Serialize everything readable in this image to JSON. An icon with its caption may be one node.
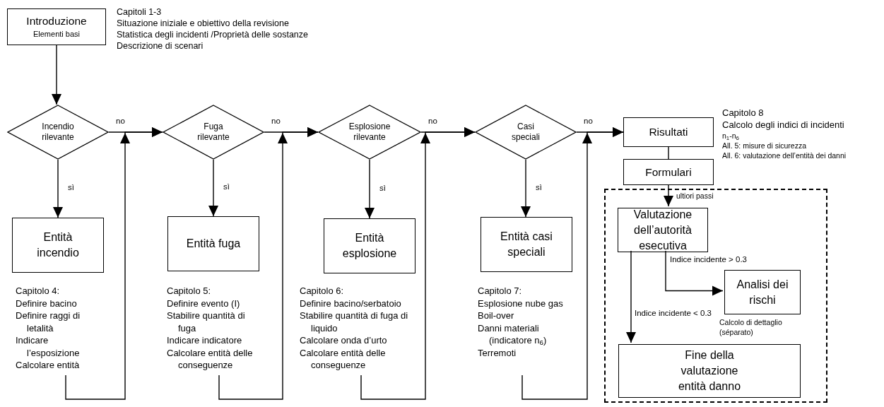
{
  "diagram": {
    "nodes": [
      {
        "text": [
          "Introduzione",
          "Elementi basi"
        ],
        "beside": [
          "Capitoli 1-3",
          "Situazione iniziale e obiettivo della revisione",
          "Statistica degli incidenti /Proprietà delle sostanze",
          "Descrizione di scenari"
        ]
      },
      {
        "text": [
          "Incendio rilevante"
        ]
      },
      {
        "text": [
          "Entità incendio"
        ]
      },
      {
        "text": [
          "Capitolo 4:",
          "Definire bacino",
          "Definire raggi di letalità",
          "Indicare l’esposizione",
          "Calcolare entità"
        ]
      },
      {
        "text": [
          "Fuga rilevante"
        ]
      },
      {
        "text": [
          "Entità fuga"
        ]
      },
      {
        "text": [
          "Capitolo 5:",
          "Definire evento (I)",
          "Stabilire quantità di fuga",
          "Indicare indicatore",
          "Calcolare entità delle conseguenze"
        ]
      },
      {
        "text": [
          "Esplosione rilevante"
        ]
      },
      {
        "text": [
          "Entità esplosione"
        ]
      },
      {
        "text": [
          "Capitolo 6:",
          "Definire bacino/serbatoio",
          "Stabilire quantità di fuga di liquido",
          "Calcolare onda d’urto",
          "Calcolare entità delle conseguenze"
        ]
      },
      {
        "text": [
          "Casi speciali"
        ]
      },
      {
        "text": [
          "Entità casi speciali"
        ]
      },
      {
        "text": [
          "Capitolo 7:",
          "Esplosione nube gas",
          "Boil-over",
          "Danni materiali (indicatore n$_{6}$)",
          "Terremoti"
        ]
      },
      {
        "text": [
          "Risultati"
        ],
        "beside": [
          "Capitolo 8",
          "Calcolo degli indici di incidenti",
          "n$_{1}$-n$_{6}$",
          "All. 5: misure di sicurezza",
          "All. 6: valutazione dell’entità dei danni"
        ]
      },
      {
        "text": [
          "Formulari"
        ]
      },
      {
        "text": [
          "ultiori passi"
        ]
      },
      {
        "text": [
          "Valutazione dell’autorità esecutiva"
        ],
        "in": 15
      },
      {
        "text": [
          "Analisi dei rischi"
        ],
        "in": 15,
        "beside": [
          "Calcolo di dettaglio (séparato)"
        ]
      },
      {
        "text": [
          "Fine della valutazione entità danno"
        ],
        "in": 15
      }
    ],
    "edges": [
      {
        "from": 0,
        "to": 1,
        "arrow": "to"
      },
      {
        "from": 1,
        "to": 4,
        "arrow": "to",
        "label": "no"
      },
      {
        "from": 1,
        "to": 2,
        "arrow": "to",
        "label": "sì"
      },
      {
        "from": 3,
        "to": 4,
        "arrow": "to"
      },
      {
        "from": 4,
        "to": 7,
        "arrow": "to",
        "label": "no"
      },
      {
        "from": 4,
        "to": 5,
        "arrow": "to",
        "label": "sì"
      },
      {
        "from": 6,
        "to": 7,
        "arrow": "to"
      },
      {
        "from": 7,
        "to": 10,
        "arrow": "to",
        "label": "no"
      },
      {
        "from": 7,
        "to": 8,
        "arrow": "to",
        "label": "sì"
      },
      {
        "from": 9,
        "to": 10,
        "arrow": "to"
      },
      {
        "from": 10,
        "to": 13,
        "arrow": "to",
        "label": "no"
      },
      {
        "from": 10,
        "to": 11,
        "arrow": "to",
        "label": "sì"
      },
      {
        "from": 12,
        "to": 13,
        "arrow": "to"
      },
      {
        "from": 13,
        "to": 14,
        "arrow": "none"
      },
      {
        "from": 14,
        "to": 16,
        "arrow": "to"
      },
      {
        "from": 16,
        "to": 17,
        "arrow": "to",
        "label": "Indice incidente > 0.3"
      },
      {
        "from": 16,
        "to": 18,
        "arrow": "to",
        "label": "Indice incidente < 0.3"
      }
    ]
  }
}
